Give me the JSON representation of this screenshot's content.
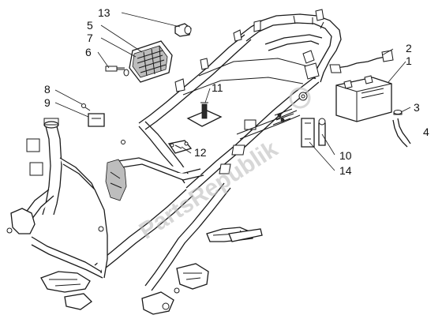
{
  "diagram": {
    "watermark": "PartsRepublik",
    "callouts": [
      {
        "id": "13",
        "label": "13"
      },
      {
        "id": "5",
        "label": "5"
      },
      {
        "id": "7",
        "label": "7"
      },
      {
        "id": "6",
        "label": "6"
      },
      {
        "id": "8",
        "label": "8"
      },
      {
        "id": "9",
        "label": "9"
      },
      {
        "id": "11",
        "label": "11"
      },
      {
        "id": "12",
        "label": "12"
      },
      {
        "id": "2",
        "label": "2"
      },
      {
        "id": "1",
        "label": "1"
      },
      {
        "id": "3",
        "label": "3"
      },
      {
        "id": "4",
        "label": "4"
      },
      {
        "id": "10",
        "label": "10"
      },
      {
        "id": "14",
        "label": "14"
      }
    ],
    "parts": [
      {
        "name": "frame",
        "icon": "scooter-frame"
      },
      {
        "name": "battery",
        "icon": "battery-icon"
      },
      {
        "name": "cable",
        "icon": "cable-icon"
      },
      {
        "name": "fuse-box",
        "icon": "fuse-box-icon"
      },
      {
        "name": "rubber-cap",
        "icon": "cap-icon"
      }
    ],
    "colors": {
      "line": "#1a1a1a",
      "background": "#ffffff",
      "watermark": "#b8b8b8"
    }
  }
}
